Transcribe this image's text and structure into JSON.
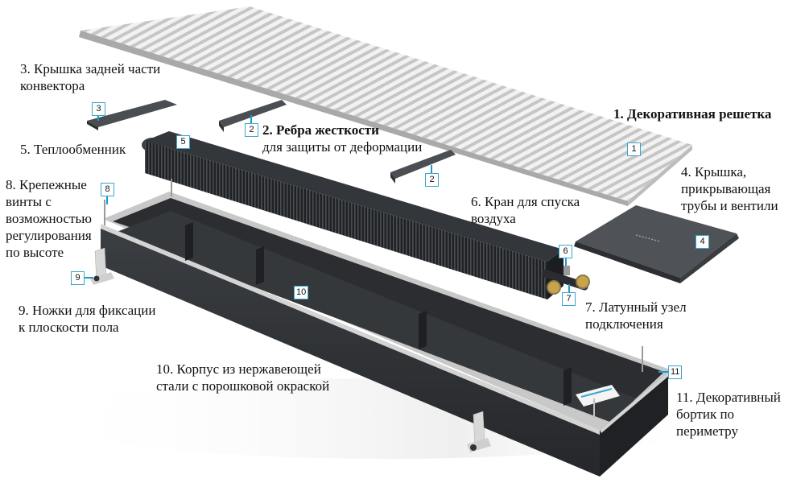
{
  "diagram": {
    "title": "Convector exploded view",
    "colors": {
      "grille": "#d9d9d9",
      "grille_shadow": "#9a9a9a",
      "dark_part": "#3a3d40",
      "heat_exchanger": "#26282b",
      "housing": "#2f3235",
      "housing_rim": "#c8c8c8",
      "callout_line": "#1b9ccc",
      "callout_border": "#3aa6d0",
      "brass": "#c9a54a"
    },
    "labels": [
      {
        "id": 1,
        "lines": [
          "1. Декоративная решетка"
        ],
        "bold": true
      },
      {
        "id": 2,
        "lines": [
          "2. Ребра жесткости",
          "для защиты от деформации"
        ],
        "bold_first_line": true
      },
      {
        "id": 3,
        "lines": [
          "3. Крышка задней части",
          "конвектора"
        ]
      },
      {
        "id": 4,
        "lines": [
          "4. Крышка,",
          "прикрывающая",
          "трубы и вентили"
        ]
      },
      {
        "id": 5,
        "lines": [
          "5. Теплообменник"
        ]
      },
      {
        "id": 6,
        "lines": [
          "6. Кран для спуска",
          "воздуха"
        ]
      },
      {
        "id": 7,
        "lines": [
          "7. Латунный узел",
          "подключения"
        ]
      },
      {
        "id": 8,
        "lines": [
          "8. Крепежные",
          "винты с",
          "возможностью",
          "регулирования",
          "по высоте"
        ]
      },
      {
        "id": 9,
        "lines": [
          "9. Ножки для фиксации",
          "к плоскости пола"
        ]
      },
      {
        "id": 10,
        "lines": [
          "10. Корпус из нержавеющей",
          "стали с порошковой окраской"
        ]
      },
      {
        "id": 11,
        "lines": [
          "11. Декоративный",
          "бортик по",
          "периметру"
        ]
      }
    ],
    "callout_tags": [
      "1",
      "2",
      "2",
      "3",
      "4",
      "5",
      "6",
      "7",
      "8",
      "9",
      "10",
      "11"
    ]
  }
}
